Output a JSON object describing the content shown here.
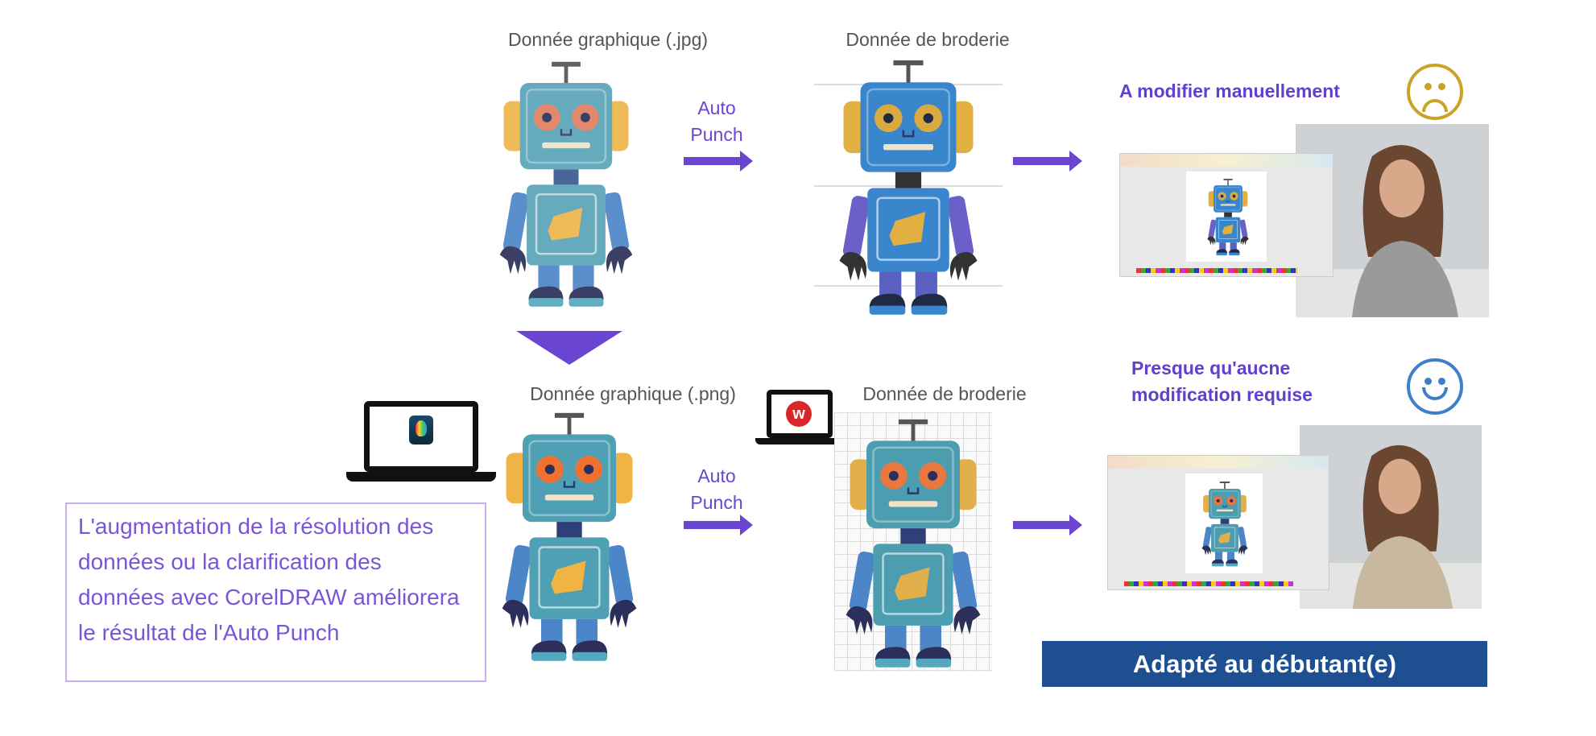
{
  "top_row": {
    "source_caption": "Donnée graphique (.jpg)",
    "embroidery_caption": "Donnée de broderie",
    "process_label_line1": "Auto",
    "process_label_line2": "Punch",
    "result_label": "A modifier manuellement",
    "result_face": "sad-face-icon"
  },
  "bottom_row": {
    "source_caption": "Donnée graphique (.png)",
    "embroidery_caption": "Donnée de broderie",
    "process_label_line1": "Auto",
    "process_label_line2": "Punch",
    "result_label_line1": "Presque qu'aucne",
    "result_label_line2": "modification requise",
    "result_face": "happy-face-icon"
  },
  "note": "L'augmentation de la résolution des données ou la clarification des données avec CorelDRAW améliorera le résultat de l'Auto Punch",
  "banner": "Adapté au débutant(e)",
  "colors": {
    "accent": "#6a45d0",
    "banner": "#1d4f91",
    "sad_face": "#c9a227",
    "happy_face": "#3f7fc8"
  }
}
